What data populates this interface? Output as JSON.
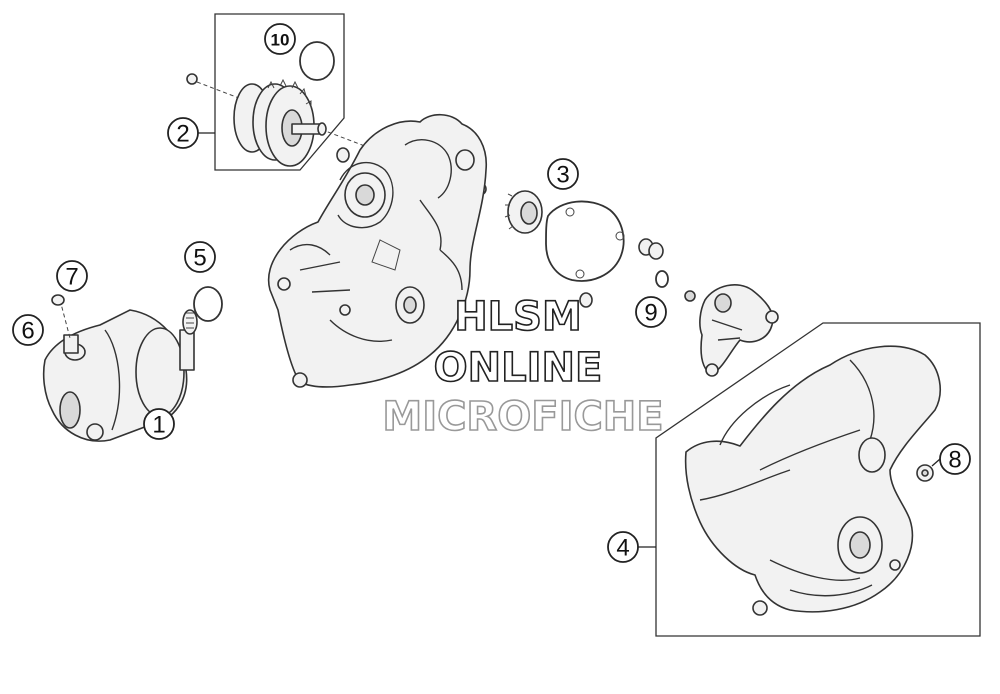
{
  "diagram": {
    "callouts": [
      {
        "id": "1",
        "label": "1"
      },
      {
        "id": "2",
        "label": "2"
      },
      {
        "id": "3",
        "label": "3"
      },
      {
        "id": "4",
        "label": "4"
      },
      {
        "id": "5",
        "label": "5"
      },
      {
        "id": "6",
        "label": "6"
      },
      {
        "id": "7",
        "label": "7"
      },
      {
        "id": "8",
        "label": "8"
      },
      {
        "id": "9",
        "label": "9"
      },
      {
        "id": "10",
        "label": "10"
      }
    ],
    "watermark": {
      "line1": "HLSM",
      "line2": "ONLINE",
      "line3": "MICROFICHE"
    },
    "colors": {
      "line": "#333333",
      "background": "#ffffff",
      "part_fill": "#f2f2f2"
    }
  }
}
